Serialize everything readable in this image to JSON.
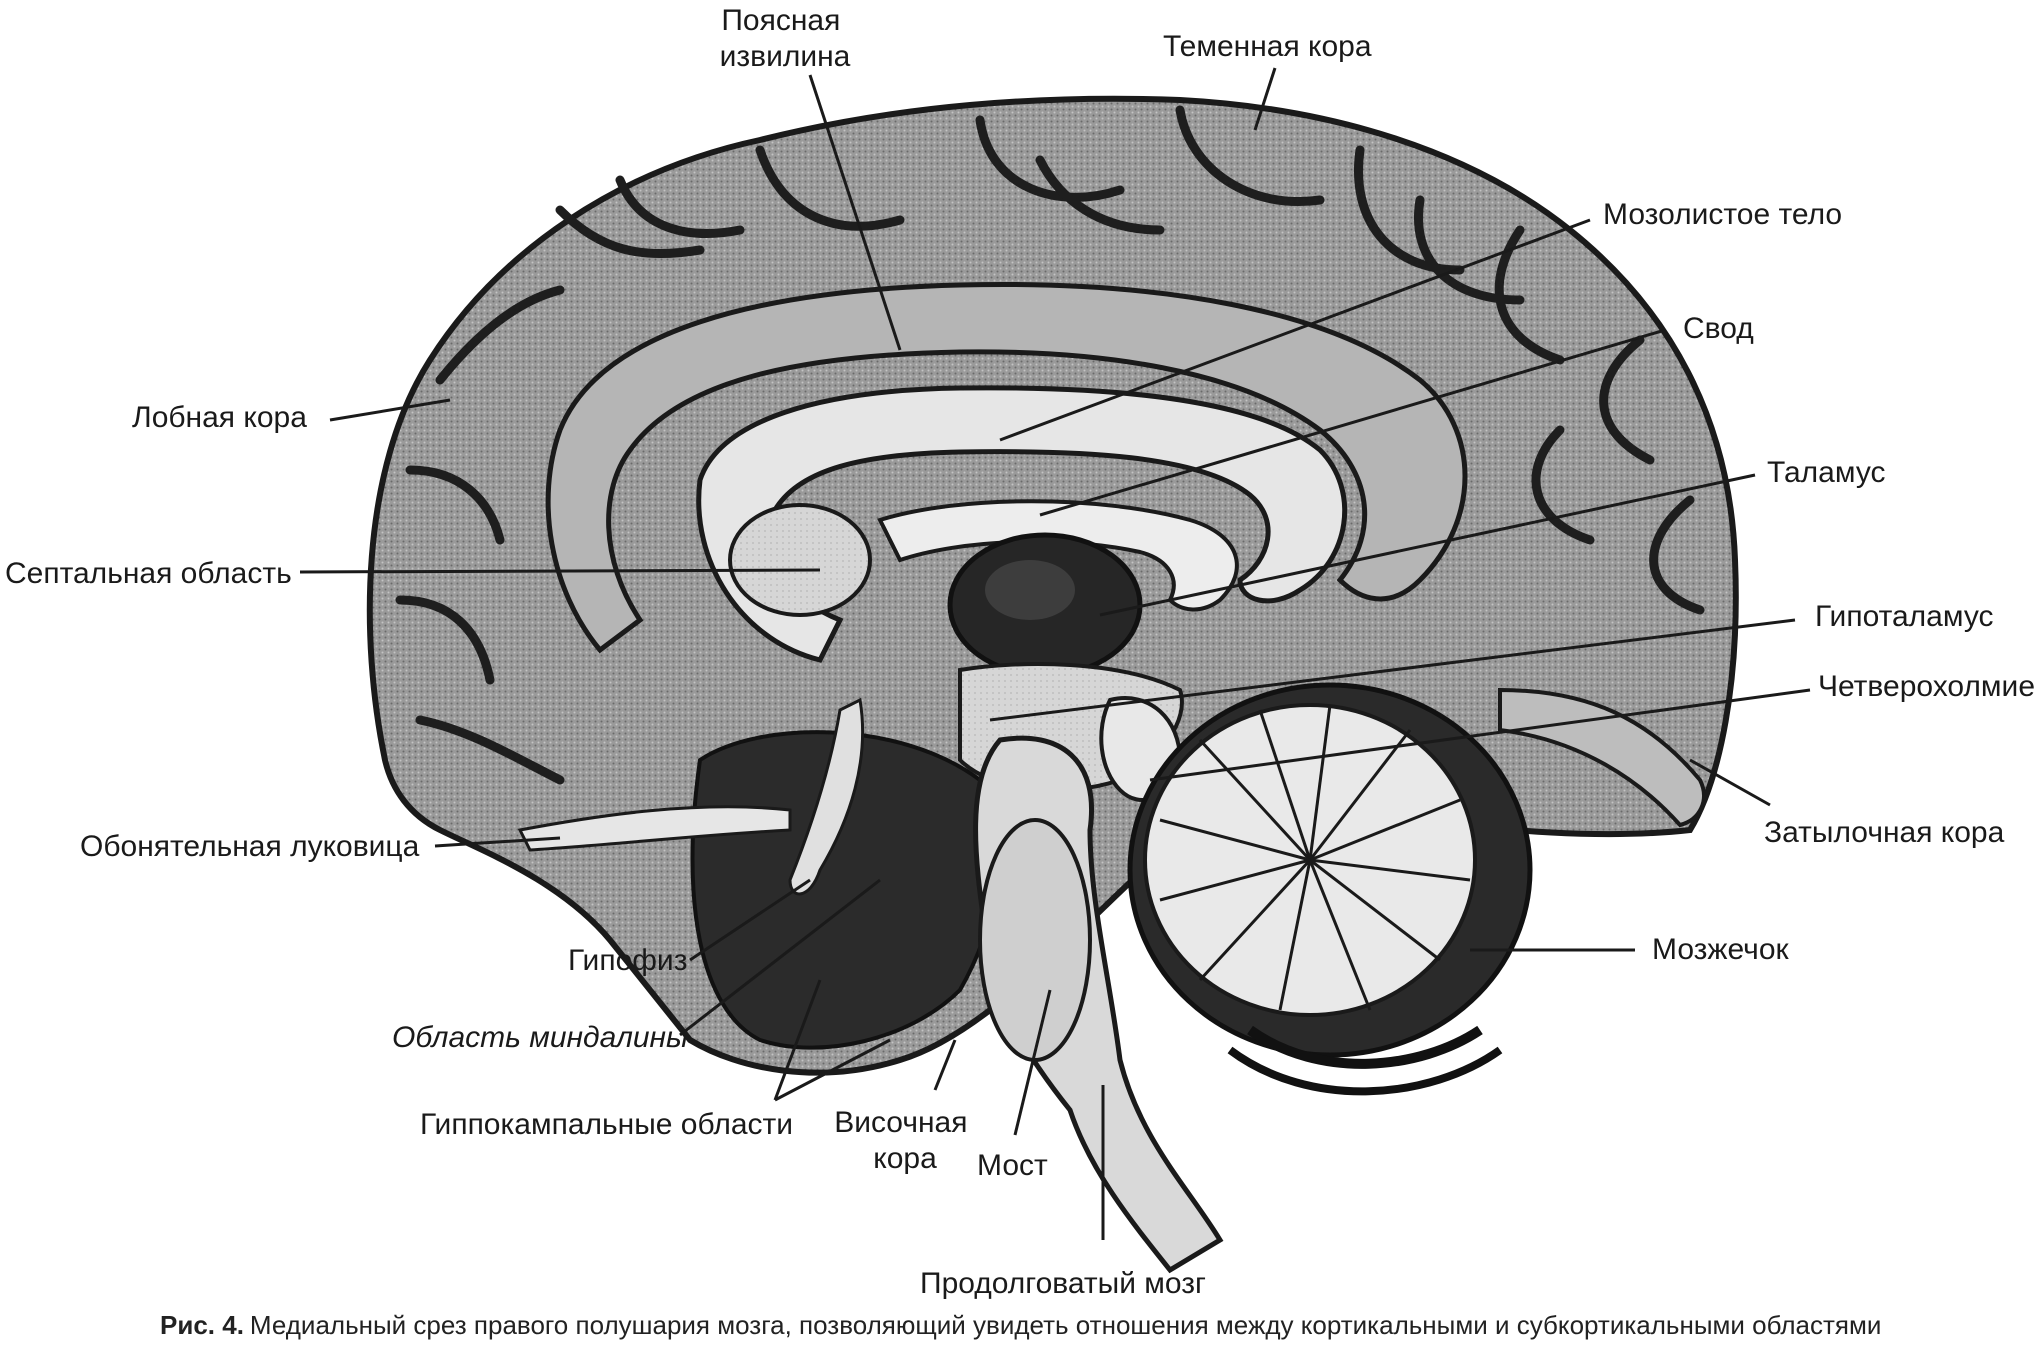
{
  "labels": {
    "cingulate": "Поясная\nизвилина",
    "parietal": "Теменная кора",
    "corpus_callosum": "Мозолистое тело",
    "fornix": "Свод",
    "frontal": "Лобная кора",
    "thalamus": "Таламус",
    "septal": "Септальная область",
    "hypothalamus": "Гипоталамус",
    "quadrigemina": "Четверохолмие",
    "occipital": "Затылочная кора",
    "olfactory": "Обонятельная луковица",
    "cerebellum": "Мозжечок",
    "pituitary": "Гипофиз",
    "amygdala": "Область миндалины",
    "hippocampal": "Гиппокампальные области",
    "temporal": "Височная\nкора",
    "pons": "Мост",
    "medulla": "Продолговатый мозг"
  },
  "caption": {
    "number": "Рис. 4.",
    "text": "Медиальный срез правого полушария мозга, позволяющий увидеть отношения между кортикальными и субкортикальными областями"
  }
}
